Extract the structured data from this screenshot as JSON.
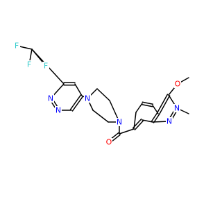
{
  "molecule": {
    "background": "#ffffff",
    "bond_color": "#000000",
    "colors": {
      "N": "#0000ff",
      "O": "#ff0000",
      "F": "#33cccc"
    },
    "atoms": {
      "F1": {
        "element": "F",
        "text": "F"
      },
      "F2": {
        "element": "F",
        "text": "F"
      },
      "F3": {
        "element": "F",
        "text": "F"
      },
      "N1": {
        "element": "N",
        "text": "N"
      },
      "N2": {
        "element": "N",
        "text": "N"
      },
      "N3": {
        "element": "N",
        "text": "N"
      },
      "N4": {
        "element": "N",
        "text": "N"
      },
      "N5": {
        "element": "N",
        "text": "N"
      },
      "N6": {
        "element": "N",
        "text": "N"
      },
      "O1": {
        "element": "O",
        "text": "O"
      },
      "O2": {
        "element": "O",
        "text": "O"
      }
    }
  }
}
